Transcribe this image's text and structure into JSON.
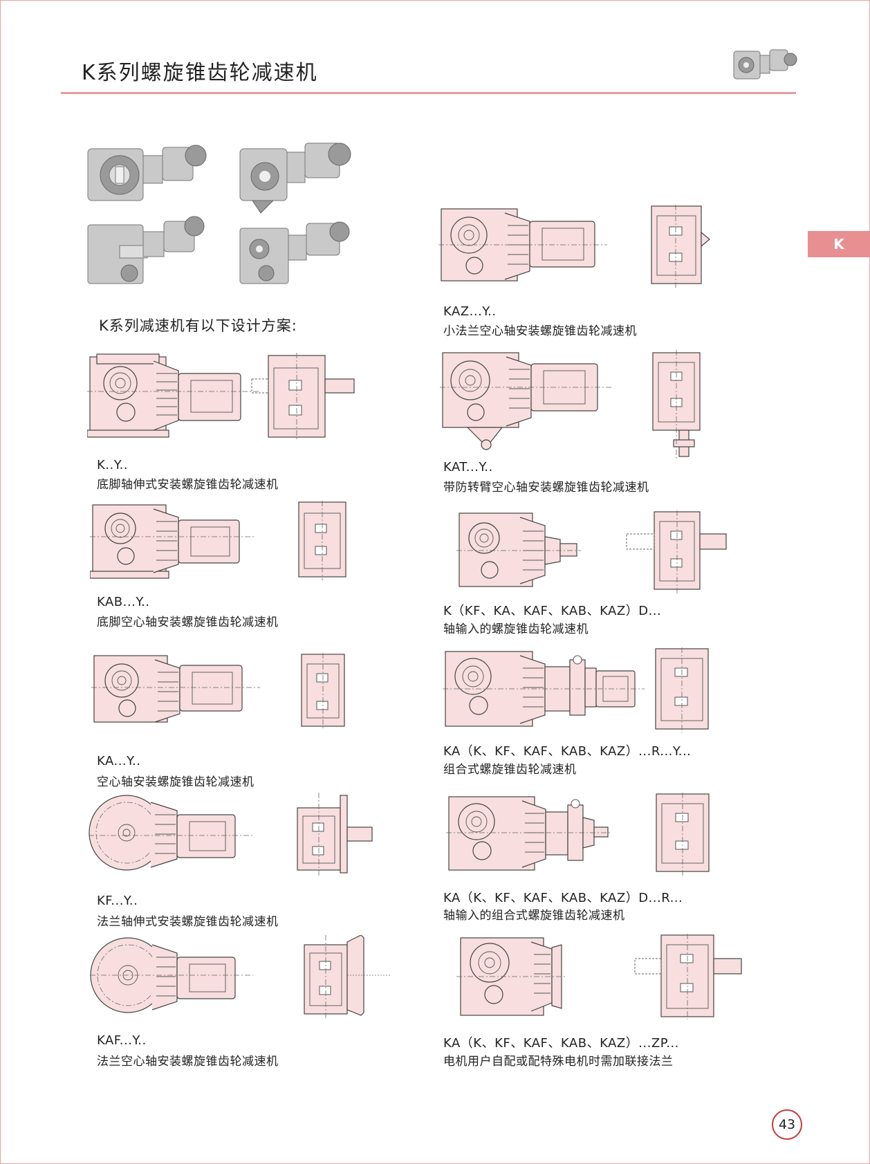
{
  "page": {
    "title": "K系列螺旋锥齿轮减速机",
    "side_tab": "K",
    "intro": "K系列减速机有以下设计方案:",
    "page_number": "43"
  },
  "variants": [
    {
      "code": "K..Y..",
      "desc": "底脚轴伸式安装螺旋锥齿轮减速机"
    },
    {
      "code": "KAB...Y..",
      "desc": "底脚空心轴安装螺旋锥齿轮减速机"
    },
    {
      "code": "KA...Y..",
      "desc": "空心轴安装螺旋锥齿轮减速机"
    },
    {
      "code": "KF...Y..",
      "desc": "法兰轴伸式安装螺旋锥齿轮减速机"
    },
    {
      "code": "KAF...Y..",
      "desc": "法兰空心轴安装螺旋锥齿轮减速机"
    },
    {
      "code": "KAZ...Y..",
      "desc": "小法兰空心轴安装螺旋锥齿轮减速机"
    },
    {
      "code": "KAT...Y..",
      "desc": "带防转臂空心轴安装螺旋锥齿轮减速机"
    },
    {
      "code": "K（KF、KA、KAF、KAB、KAZ）D...",
      "desc": "轴输入的螺旋锥齿轮减速机"
    },
    {
      "code": "KA（K、KF、KAF、KAB、KAZ）...R...Y...",
      "desc": "组合式螺旋锥齿轮减速机"
    },
    {
      "code": "KA（K、KF、KAF、KAB、KAZ）D...R...",
      "desc": "轴输入的组合式螺旋锥齿轮减速机"
    },
    {
      "code": "KA（K、KF、KAF、KAB、KAZ）...ZP...",
      "desc": "电机用户自配或配特殊电机时需加联接法兰"
    }
  ],
  "colors": {
    "accent": "#e79c9c",
    "tab": "#e88f92",
    "drawing_fill": "#f8dede",
    "page_number_ring": "#c23b3b"
  },
  "icons": [
    "reducer-photo",
    "reducer-drawing"
  ]
}
